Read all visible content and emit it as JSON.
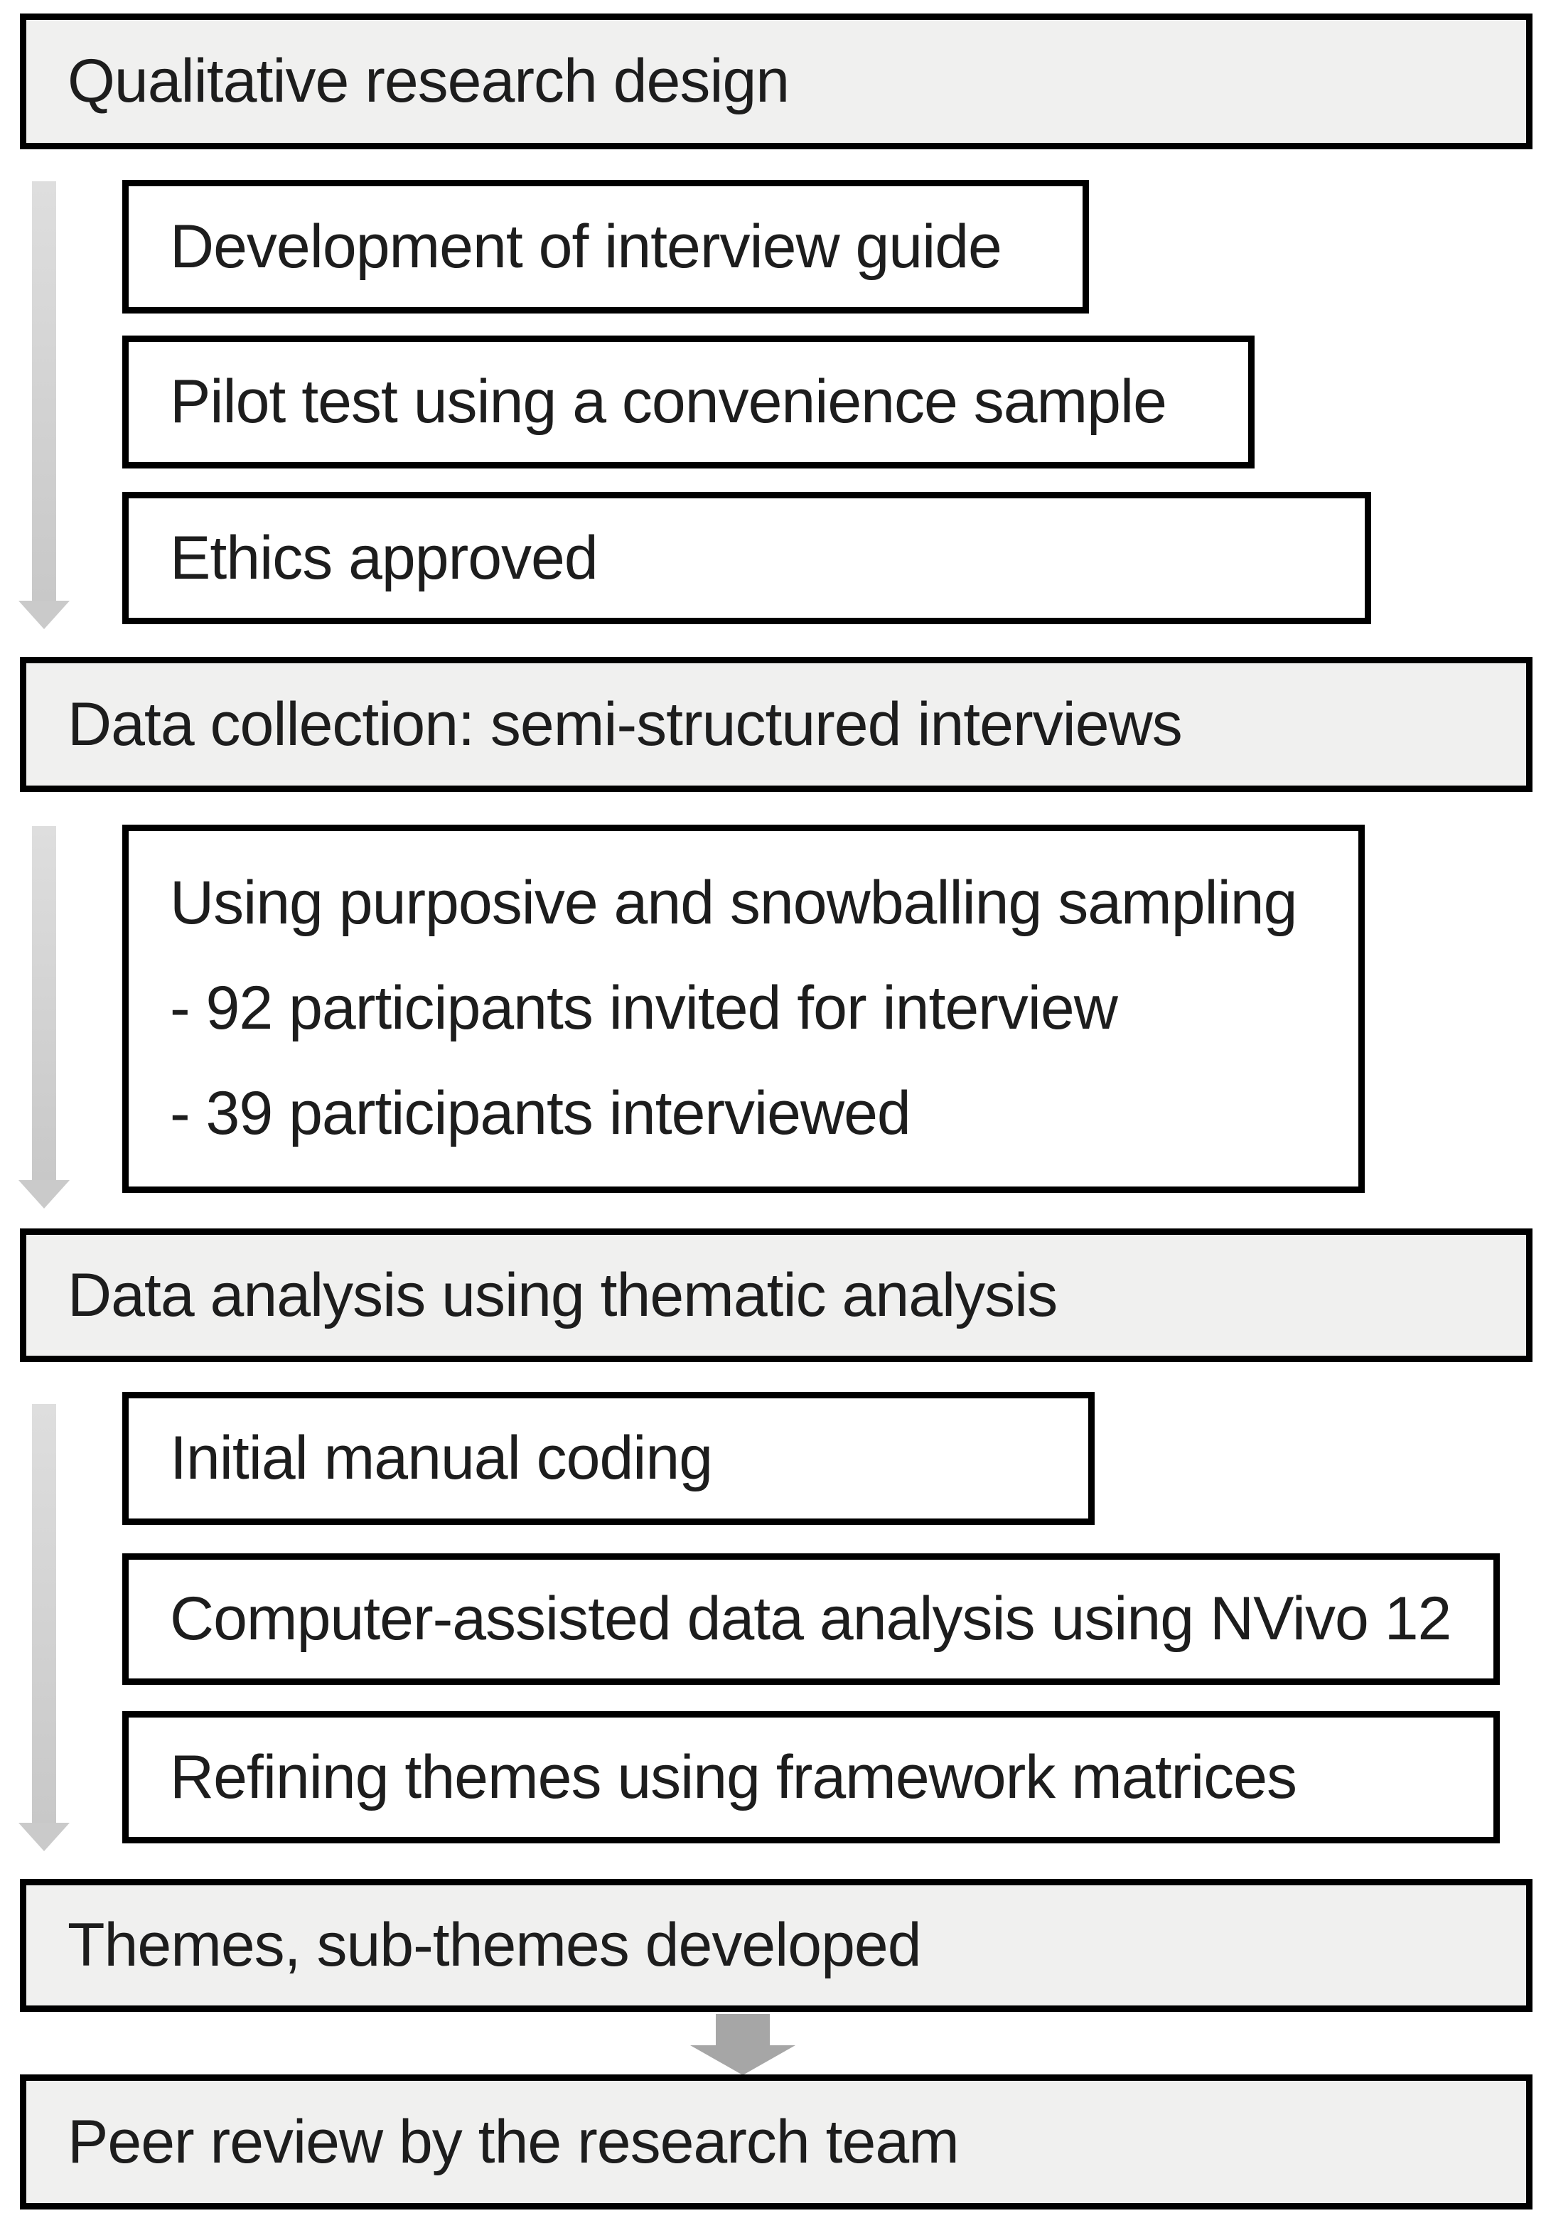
{
  "colors": {
    "header_fill": "#f0f0ef",
    "step_fill": "#ffffff",
    "border": "#000000",
    "text": "#1d1d1d",
    "side_arrow": "#cccccc",
    "flow_arrow": "#a6a6a6"
  },
  "icons": {
    "side_arrow": "down-arrow-icon",
    "flow_arrow": "down-arrow-icon"
  },
  "flow": {
    "phase1": {
      "header": "Qualitative research design",
      "steps": [
        "Development of interview guide",
        "Pilot test using a convenience sample",
        "Ethics approved"
      ]
    },
    "phase2": {
      "header": "Data collection: semi-structured interviews",
      "detail_lines": [
        "Using purposive and snowballing sampling",
        "- 92 participants invited for interview",
        "- 39 participants interviewed"
      ]
    },
    "phase3": {
      "header": "Data analysis using thematic analysis",
      "steps": [
        "Initial manual coding",
        "Computer-assisted data analysis using NVivo 12",
        "Refining themes using framework matrices"
      ]
    },
    "phase4": {
      "header": "Themes, sub-themes developed"
    },
    "phase5": {
      "header": "Peer review by the research team"
    }
  }
}
